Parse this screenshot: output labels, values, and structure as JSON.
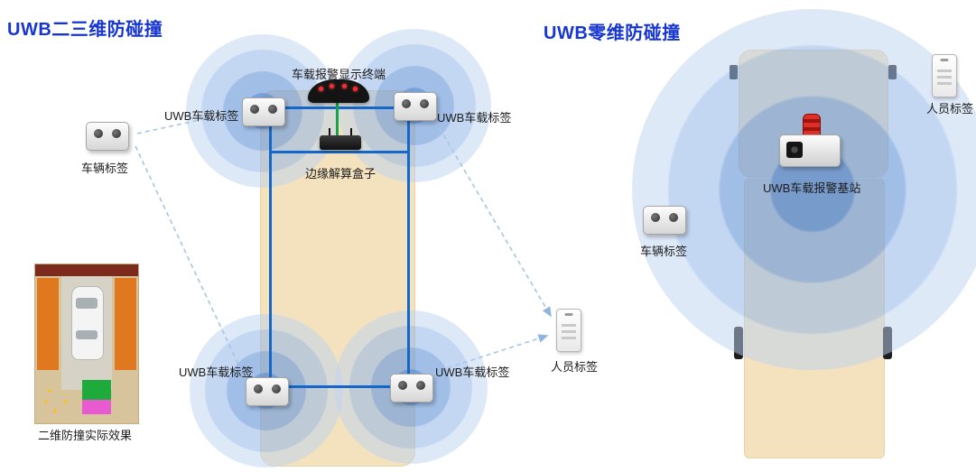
{
  "left": {
    "title": "UWB二三维防碰撞",
    "display_terminal_label": "车载报警显示终端",
    "edge_box_label": "边缘解算盒子",
    "corner_tag_labels": [
      "UWB车载标签",
      "UWB车载标签",
      "UWB车载标签",
      "UWB车载标签"
    ],
    "vehicle_tag_label": "车辆标签",
    "person_tag_label": "人员标签",
    "inset_caption": "二维防撞实际效果"
  },
  "right": {
    "title": "UWB零维防碰撞",
    "base_station_label": "UWB车载报警基站",
    "vehicle_tag_label": "车辆标签",
    "person_tag_label": "人员标签"
  },
  "colors": {
    "title_blue": "#1635d2",
    "signal_ring_core": "#588ad0",
    "signal_ring_outer": "#dbe7f7",
    "truck_body": "#f3e2bd",
    "frame_blue": "#1467c8",
    "connector_green": "#18a24c",
    "dashed_line": "#a8c4e6",
    "beacon_red": "#e03026",
    "inset_orange": "#e07820",
    "inset_green": "#1faa3c",
    "inset_pink": "#e85bd0"
  }
}
